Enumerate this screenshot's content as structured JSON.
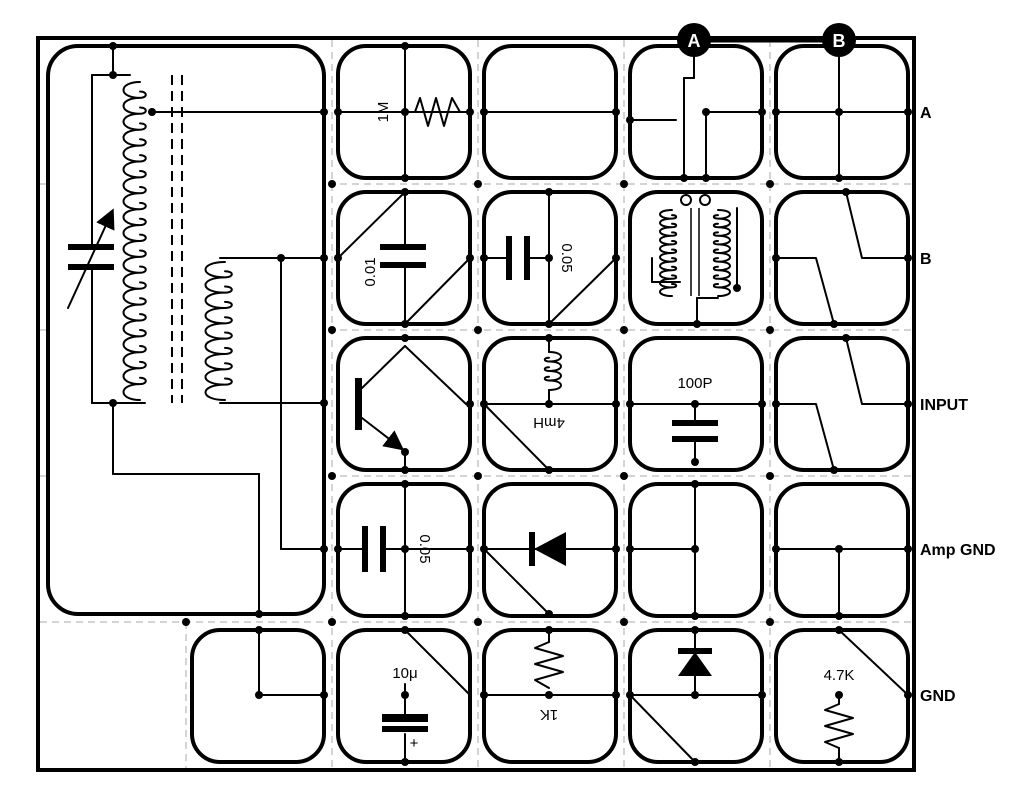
{
  "row_labels": [
    "A",
    "B",
    "INPUT",
    "Amp GND",
    "GND"
  ],
  "terminals": [
    "A",
    "B"
  ],
  "components": {
    "resistor_1m": "1M",
    "cap_001": "0.01",
    "cap_005_b": "0.05",
    "inductor_4mh": "4mH",
    "cap_100p": "100P",
    "cap_005_amp": "0.05",
    "cap_10u": "10μ",
    "cap_10u_polarity": "+",
    "resistor_1k": "1K",
    "resistor_47k": "4.7K"
  }
}
